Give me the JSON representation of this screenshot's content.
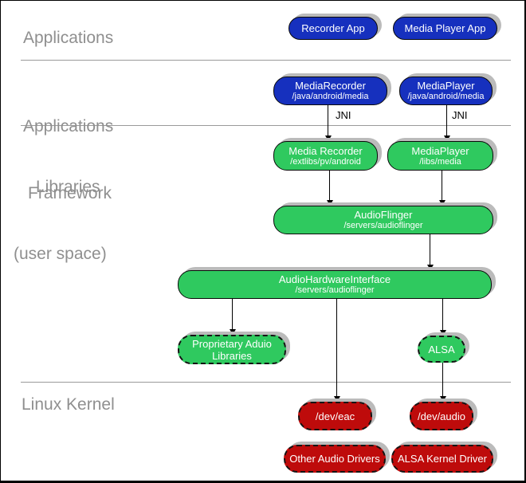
{
  "sections": {
    "applications": {
      "label": "Applications"
    },
    "applications_framework": {
      "line1": "Applications",
      "line2": "Framework"
    },
    "libraries": {
      "line1": "Libraries",
      "line2": "(user space)"
    },
    "linux_kernel": {
      "label": "Linux Kernel"
    }
  },
  "annotations": {
    "jni_left": "JNI",
    "jni_right": "JNI"
  },
  "nodes": {
    "recorder_app": {
      "title": "Recorder App"
    },
    "media_player_app": {
      "title": "Media Player App"
    },
    "media_recorder_fw": {
      "title": "MediaRecorder",
      "path": "/java/android/media"
    },
    "media_player_fw": {
      "title": "MediaPlayer",
      "path": "/java/android/media"
    },
    "media_recorder_lib": {
      "title": "Media Recorder",
      "path": "/extlibs/pv/android"
    },
    "media_player_lib": {
      "title": "MediaPlayer",
      "path": "/libs/media"
    },
    "audio_flinger": {
      "title": "AudioFlinger",
      "path": "/servers/audioflinger"
    },
    "audio_hw_interface": {
      "title": "AudioHardwareInterface",
      "path": "/servers/audioflinger"
    },
    "proprietary_audio": {
      "title": "Proprietary Aduio Libraries"
    },
    "alsa": {
      "title": "ALSA"
    },
    "dev_eac": {
      "title": "/dev/eac"
    },
    "dev_audio": {
      "title": "/dev/audio"
    },
    "other_audio_drivers": {
      "title": "Other Audio Drivers"
    },
    "alsa_kernel_driver": {
      "title": "ALSA Kernel Driver"
    }
  },
  "colors": {
    "app_blue": "#1630BE",
    "lib_green": "#2FC95F",
    "kernel_red": "#BE0B0B",
    "shadow_gray": "#BBBBBB",
    "layer_label_gray": "#8F8F8F",
    "divider_gray": "#9A9A9A"
  }
}
